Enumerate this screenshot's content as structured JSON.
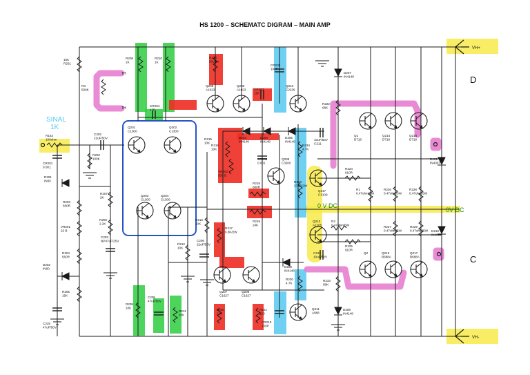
{
  "title": "HS 1200 – SCHEMATC DIGRAM – MAIN AMP",
  "input_label": {
    "line1": "SINAL",
    "line2": "1K"
  },
  "rails": {
    "positive": "VH+",
    "negative": "VH-",
    "zero_left": "0 V DC",
    "zero_right": "0V DC"
  },
  "sides": {
    "top": "D",
    "bottom": "C"
  },
  "thermistor": {
    "t1": "TH",
    "t2": "TH"
  },
  "colors": {
    "wire": "#1a1a1a",
    "green": "#2ecc40",
    "red": "#ee2c24",
    "pink": "#e77fd0",
    "cyan": "#56c8f0",
    "yellow": "#f7ea4a",
    "blue": "#2454c4"
  },
  "labels": [
    {
      "id": "r201",
      "l1": "15K",
      "l2": "R201"
    },
    {
      "id": "r152",
      "l1": "R152",
      "l2": "100ohm"
    },
    {
      "id": "c202",
      "l1": "C202",
      "l2": "22uF/50V"
    },
    {
      "id": "cr201",
      "l1": "CR201",
      "l2": "0.001"
    },
    {
      "id": "r202",
      "l1": "R202",
      "l2": "100K"
    },
    {
      "id": "d201",
      "l1": "D201",
      "l2": "IN60"
    },
    {
      "id": "r203",
      "l1": "R203",
      "l2": "560R"
    },
    {
      "id": "vr201",
      "l1": "VR201",
      "l2": "22 B"
    },
    {
      "id": "r204",
      "l1": "R204",
      "l2": "560R"
    },
    {
      "id": "d202",
      "l1": "D202",
      "l2": "IN60"
    },
    {
      "id": "r205",
      "l1": "R205",
      "l2": "15K"
    },
    {
      "id": "c225",
      "l1": "C225",
      "l2": "47uF/50V"
    },
    {
      "id": "r3",
      "l1": "R3",
      "l2": "500K"
    },
    {
      "id": "r208",
      "l1": "R208",
      "l2": "1K"
    },
    {
      "id": "r210",
      "l1": "R210",
      "l2": "1K"
    },
    {
      "id": "cr204",
      "l1": "CR204",
      "l2": "47P"
    },
    {
      "id": "q201",
      "l1": "Q201",
      "l2": "C1300"
    },
    {
      "id": "q202",
      "l1": "Q202",
      "l2": "C1300"
    },
    {
      "id": "r207",
      "l1": "R207",
      "l2": "2K"
    },
    {
      "id": "q203",
      "l1": "Q203",
      "l2": "C1300"
    },
    {
      "id": "q204",
      "l1": "Q204",
      "l2": "C1300"
    },
    {
      "id": "r206",
      "l1": "R206",
      "l2": "2.2K"
    },
    {
      "id": "c203",
      "l1": "C203",
      "l2": "NP47uF/25V"
    },
    {
      "id": "r209",
      "l1": "R209",
      "l2": "10K"
    },
    {
      "id": "c205",
      "l1": "C205",
      "l2": "47uF/50V"
    },
    {
      "id": "r211",
      "l1": "R211",
      "l2": "10K"
    },
    {
      "id": "r212",
      "l1": "R212",
      "l2": "10K"
    },
    {
      "id": "c206",
      "l1": "C206",
      "l2": "22uF/50V"
    },
    {
      "id": "r213",
      "l1": "R213",
      "l2": "10K"
    },
    {
      "id": "r214",
      "l1": "R214",
      "l2": "56ohm"
    },
    {
      "id": "q205",
      "l1": "Q205",
      "l2": "A1023"
    },
    {
      "id": "q206",
      "l1": "Q206",
      "l2": "A1023"
    },
    {
      "id": "cr207",
      "l1": "CR207",
      "l2": "15P"
    },
    {
      "id": "cr203",
      "l1": "CR203",
      "l2": "100P"
    },
    {
      "id": "q210",
      "l1": "Q210",
      "l2": "C2236"
    },
    {
      "id": "r215",
      "l1": "R215",
      "l2": "10K"
    },
    {
      "id": "d203",
      "l1": "D203",
      "l2": "IN4148"
    },
    {
      "id": "d204",
      "l1": "D204",
      "l2": "IN4148"
    },
    {
      "id": "d205",
      "l1": "D205",
      "l2": "IN4148"
    },
    {
      "id": "cr206",
      "l1": "CR206",
      "l2": "0.001"
    },
    {
      "id": "vr202",
      "l1": "VR202",
      "l2": "500 B"
    },
    {
      "id": "q209",
      "l1": "Q209",
      "l2": "C3200"
    },
    {
      "id": "r218",
      "l1": "R218",
      "l2": "680R"
    },
    {
      "id": "r219",
      "l1": "R219",
      "l2": "24K"
    },
    {
      "id": "r216",
      "l1": "R216",
      "l2": "10K"
    },
    {
      "id": "r217",
      "l1": "R217",
      "l2": "6.8K/2W"
    },
    {
      "id": "q207",
      "l1": "Q207",
      "l2": "C1627"
    },
    {
      "id": "q208",
      "l1": "Q208",
      "l2": "C1627"
    },
    {
      "id": "r220",
      "l1": "R220",
      "l2": "220"
    },
    {
      "id": "r221",
      "l1": "R221",
      "l2": "220"
    },
    {
      "id": "cr210",
      "l1": "CR210",
      "l2": "100P"
    },
    {
      "id": "r234",
      "l1": "R234",
      "l2": "4.7K"
    },
    {
      "id": "r230",
      "l1": "R230",
      "l2": "4.7K"
    },
    {
      "id": "r223",
      "l1": "R223",
      "l2": "270R/2W"
    },
    {
      "id": "d206",
      "l1": "D206",
      "l2": "IN4148"
    },
    {
      "id": "q211",
      "l1": "Q211",
      "l2": "A968"
    },
    {
      "id": "d207",
      "l1": "D207",
      "l2": "IN4148"
    },
    {
      "id": "r222",
      "l1": "R222",
      "l2": "68K"
    },
    {
      "id": "c211",
      "l1": "10uF/50V",
      "l2": "C211"
    },
    {
      "id": "q1",
      "l1": "Q1",
      "l2": "D718"
    },
    {
      "id": "q214",
      "l1": "Q214",
      "l2": "D718"
    },
    {
      "id": "q216",
      "l1": "Q216",
      "l2": "D718"
    },
    {
      "id": "r224",
      "l1": "R224",
      "l2": "910R"
    },
    {
      "id": "q217",
      "l1": "Q217",
      "l2": "C3109"
    },
    {
      "id": "r1",
      "l1": "R1",
      "l2": "0.47ohm/5W"
    },
    {
      "id": "r226",
      "l1": "R226",
      "l2": "0.47ohm/5W"
    },
    {
      "id": "r228",
      "l1": "R228",
      "l2": "0.47ohm/5W"
    },
    {
      "id": "q213",
      "l1": "Q213",
      "l2": "A1265"
    },
    {
      "id": "r2",
      "l1": "R2",
      "l2": "0.47ohm/5W"
    },
    {
      "id": "r225",
      "l1": "R225",
      "l2": "910R"
    },
    {
      "id": "c212",
      "l1": "C212",
      "l2": "10uF/50V"
    },
    {
      "id": "r227",
      "l1": "R227",
      "l2": "0.47ohm/5W"
    },
    {
      "id": "r229",
      "l1": "R229",
      "l2": "0.47ohm/5W"
    },
    {
      "id": "q2",
      "l1": "Q2",
      "l2": ""
    },
    {
      "id": "q215",
      "l1": "Q215",
      "l2": "B688A"
    },
    {
      "id": "q217b",
      "l1": "Q217",
      "l2": "B688A"
    },
    {
      "id": "r233",
      "l1": "R233",
      "l2": "68K"
    },
    {
      "id": "d208",
      "l1": "D208",
      "l2": "IN4148"
    },
    {
      "id": "d209",
      "l1": "D209",
      "l2": "IN4007"
    },
    {
      "id": "d210",
      "l1": "D210",
      "l2": "IN4007"
    }
  ]
}
